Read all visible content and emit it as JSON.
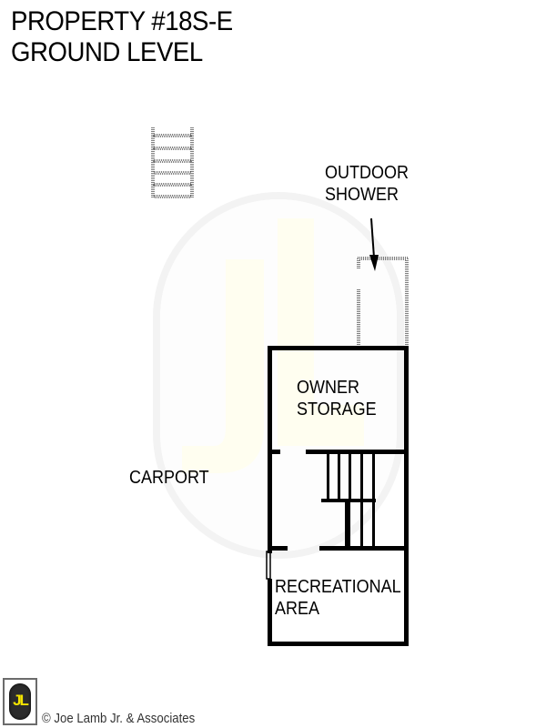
{
  "header": {
    "title_line1": "PROPERTY #18S-E",
    "title_line2": "GROUND LEVEL"
  },
  "rooms": [
    {
      "id": "outdoor-shower",
      "line1": "OUTDOOR",
      "line2": "SHOWER"
    },
    {
      "id": "owner-storage",
      "line1": "OWNER",
      "line2": "STORAGE"
    },
    {
      "id": "carport",
      "line1": "CARPORT"
    },
    {
      "id": "recreational-area",
      "line1": "RECREATIONAL",
      "line2": "AREA"
    }
  ],
  "watermark": {
    "letters": "JL",
    "color": "#fffef0",
    "shadow_color": "#f4f4f4"
  },
  "footer": {
    "logo_text": "JL",
    "copyright": "© Joe Lamb Jr. & Associates",
    "logo_letter_color": "#f2e300",
    "logo_bg_color": "#2b2b2b"
  },
  "colors": {
    "wall": "#000000",
    "background": "#ffffff"
  }
}
